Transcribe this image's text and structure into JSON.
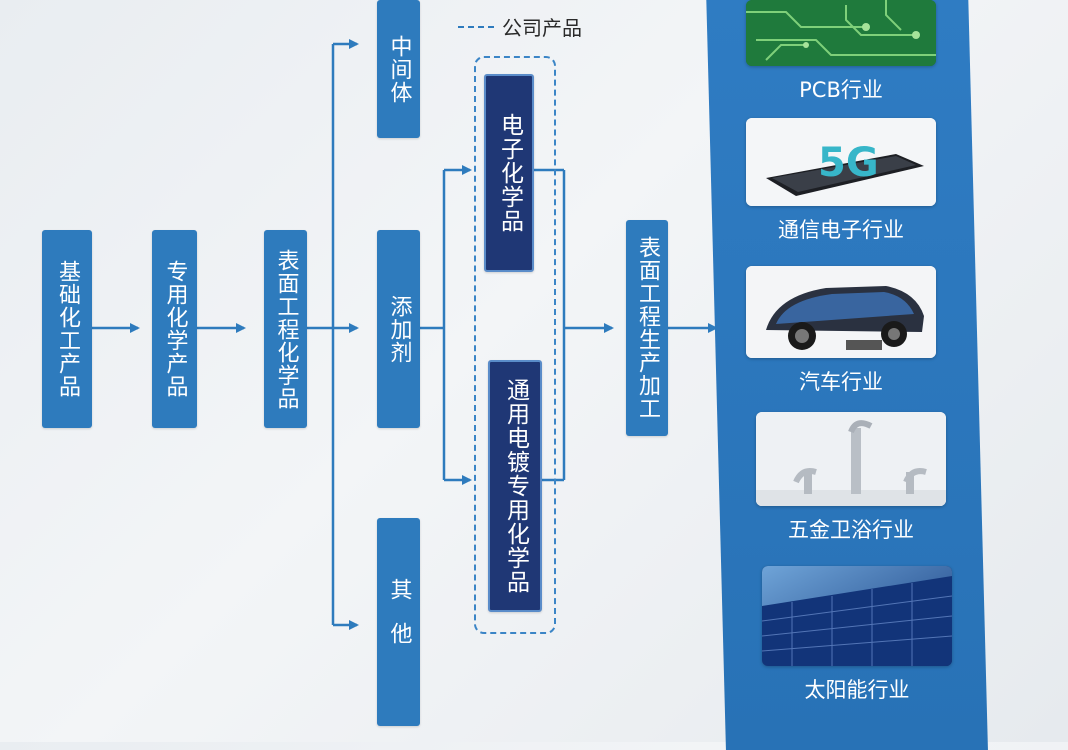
{
  "legend": {
    "label": "公司产品"
  },
  "flow": {
    "basic": "基础化工产品",
    "special": "专用化学产品",
    "surface_chem": "表面工程化学品",
    "intermediate": "中间体",
    "additive": "添加剂",
    "other": "其他",
    "electronic": "电子化学品",
    "plating": "通用电镀专用化学品",
    "processing": "表面工程生产加工"
  },
  "industries": [
    {
      "label": "PCB行业",
      "icon": "circuit-board-image"
    },
    {
      "label": "通信电子行业",
      "icon": "5g-phone-image"
    },
    {
      "label": "汽车行业",
      "icon": "electric-car-image"
    },
    {
      "label": "五金卫浴行业",
      "icon": "faucet-image"
    },
    {
      "label": "太阳能行业",
      "icon": "solar-panel-image"
    }
  ],
  "colors": {
    "box": "#2e7bbd",
    "product_box": "#1f3775",
    "arrow": "#2e7bbd",
    "panel": "#2f7cc3"
  }
}
